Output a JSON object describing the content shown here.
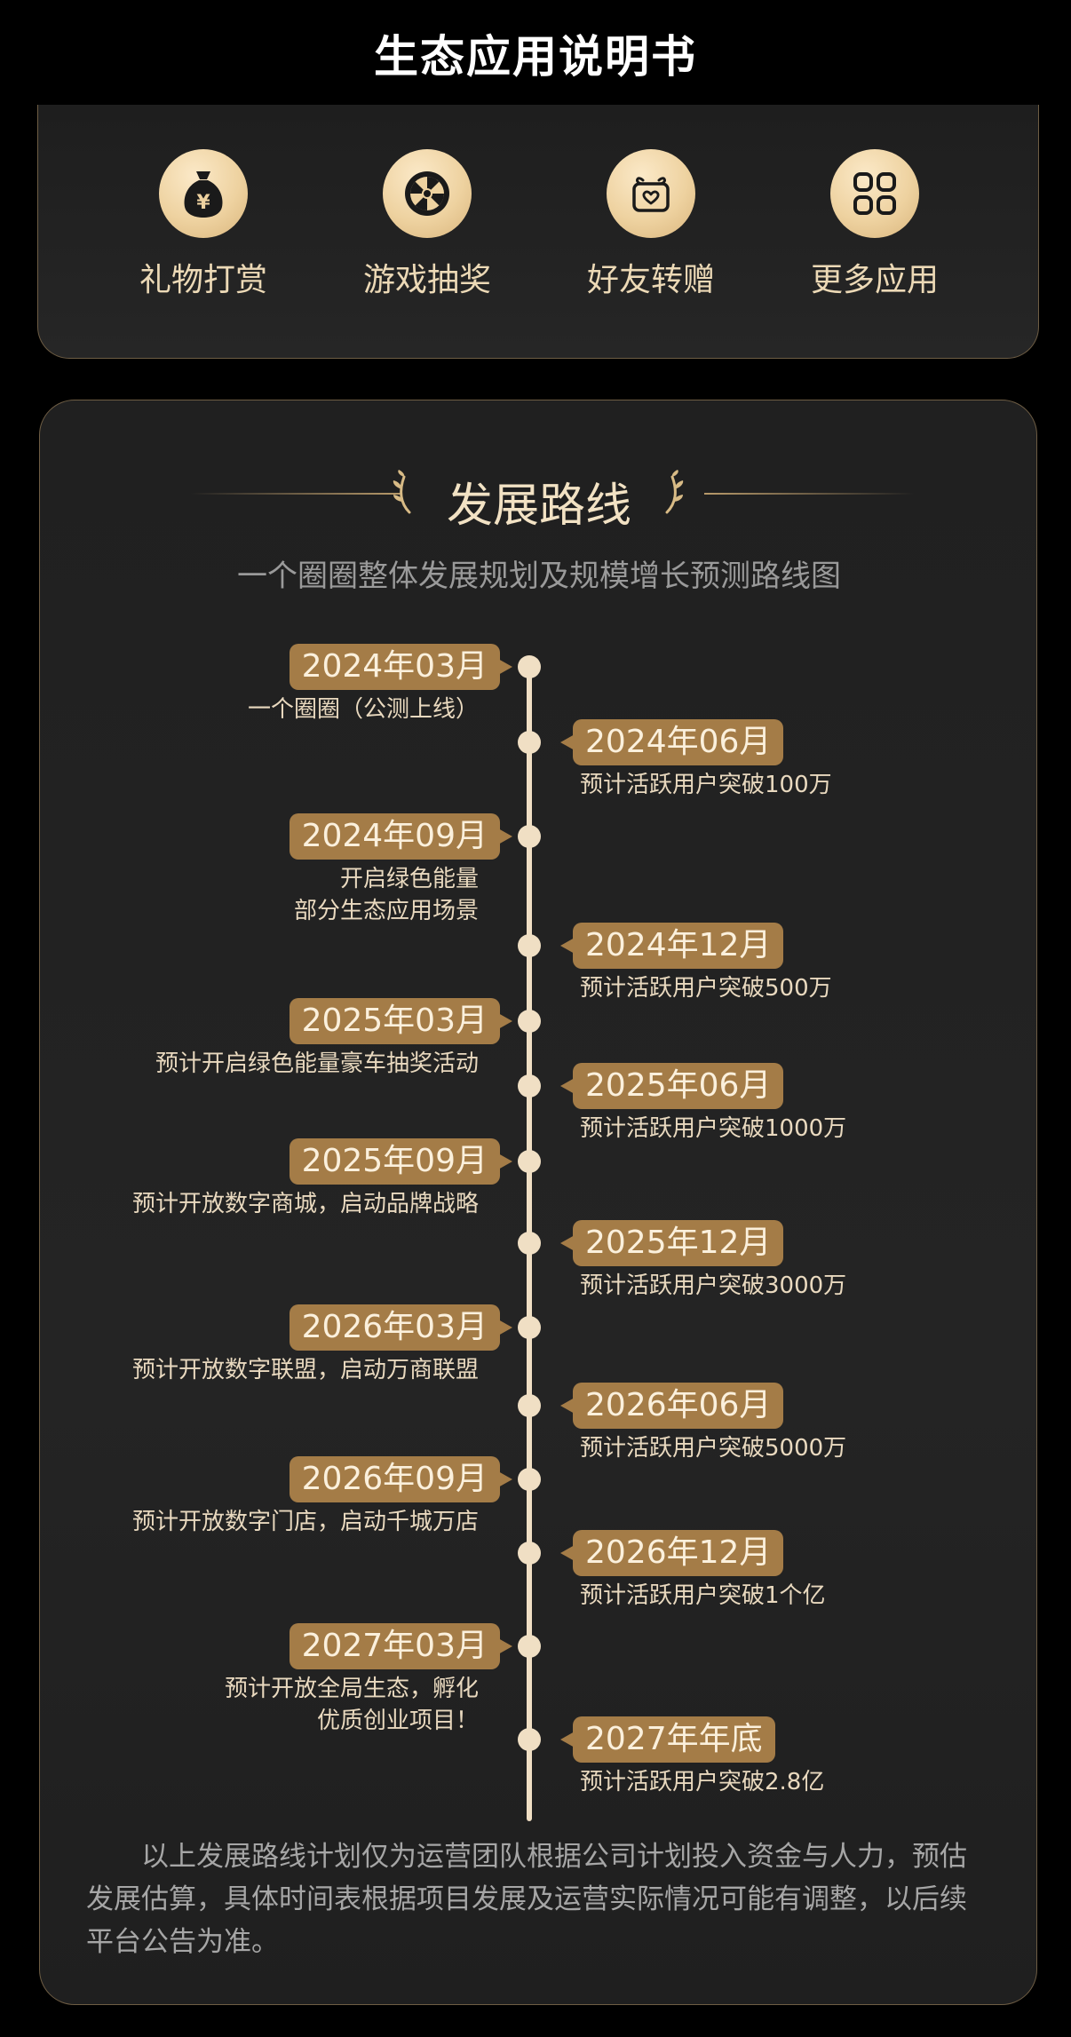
{
  "header": {
    "title": "生态应用说明书"
  },
  "apps": [
    {
      "label": "礼物打赏",
      "icon": "money-bag-icon"
    },
    {
      "label": "游戏抽奖",
      "icon": "wheel-icon"
    },
    {
      "label": "好友转赠",
      "icon": "gift-box-icon"
    },
    {
      "label": "更多应用",
      "icon": "grid-icon"
    }
  ],
  "roadmap": {
    "title": "发展路线",
    "subtitle": "一个圈圈整体发展规划及规模增长预测路线图",
    "milestones": [
      {
        "side": "left",
        "date": "2024年03月",
        "lines": [
          "一个圈圈（公测上线）"
        ]
      },
      {
        "side": "right",
        "date": "2024年06月",
        "lines": [
          "预计活跃用户突破100万"
        ]
      },
      {
        "side": "left",
        "date": "2024年09月",
        "lines": [
          "开启绿色能量",
          "部分生态应用场景"
        ]
      },
      {
        "side": "right",
        "date": "2024年12月",
        "lines": [
          "预计活跃用户突破500万"
        ]
      },
      {
        "side": "left",
        "date": "2025年03月",
        "lines": [
          "预计开启绿色能量豪车抽奖活动"
        ]
      },
      {
        "side": "right",
        "date": "2025年06月",
        "lines": [
          "预计活跃用户突破1000万"
        ]
      },
      {
        "side": "left",
        "date": "2025年09月",
        "lines": [
          "预计开放数字商城，启动品牌战略"
        ]
      },
      {
        "side": "right",
        "date": "2025年12月",
        "lines": [
          "预计活跃用户突破3000万"
        ]
      },
      {
        "side": "left",
        "date": "2026年03月",
        "lines": [
          "预计开放数字联盟，启动万商联盟"
        ]
      },
      {
        "side": "right",
        "date": "2026年06月",
        "lines": [
          "预计活跃用户突破5000万"
        ]
      },
      {
        "side": "left",
        "date": "2026年09月",
        "lines": [
          "预计开放数字门店，启动千城万店"
        ]
      },
      {
        "side": "right",
        "date": "2026年12月",
        "lines": [
          "预计活跃用户突破1个亿"
        ]
      },
      {
        "side": "left",
        "date": "2027年03月",
        "lines": [
          "预计开放全局生态，孵化",
          "优质创业项目！"
        ]
      },
      {
        "side": "right",
        "date": "2027年年底",
        "lines": [
          "预计活跃用户突破2.8亿"
        ]
      }
    ],
    "footnote": "以上发展路线计划仅为运营团队根据公司计划投入资金与人力，预估发展估算，具体时间表根据项目发展及运营实际情况可能有调整，以后续平台公告为准。"
  },
  "colors": {
    "accent_gold": "#a47c47",
    "light_gold": "#f0dfc4",
    "background": "#000000",
    "card": "#222222"
  }
}
